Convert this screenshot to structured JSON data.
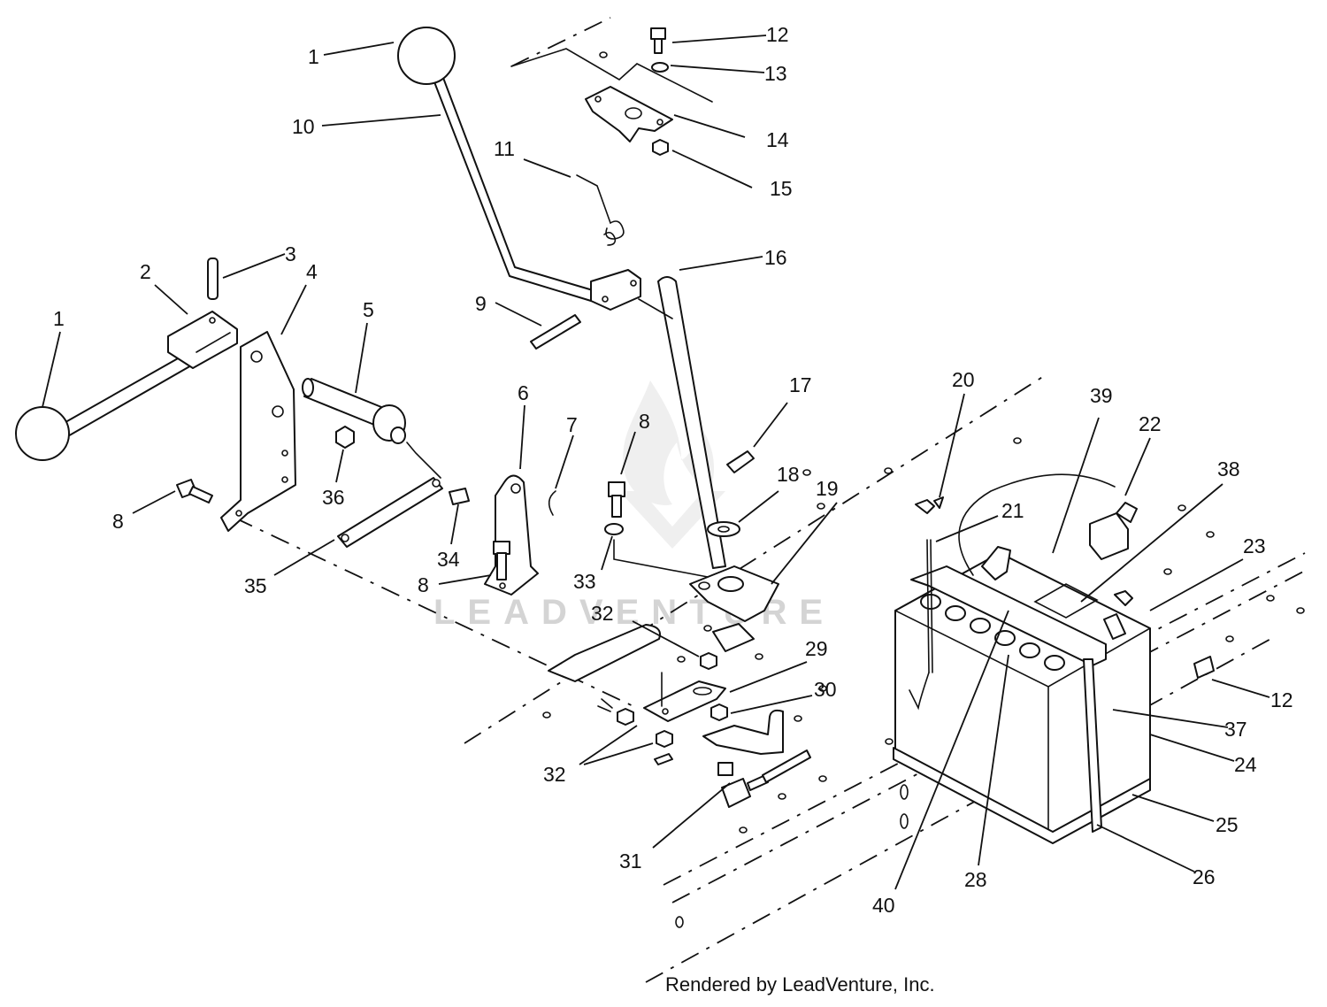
{
  "watermark": {
    "text": "LEADVENTURE"
  },
  "footer": "Rendered by LeadVenture, Inc.",
  "callouts": [
    {
      "text": "1"
    },
    {
      "text": "1"
    },
    {
      "text": "2"
    },
    {
      "text": "3"
    },
    {
      "text": "4"
    },
    {
      "text": "5"
    },
    {
      "text": "6"
    },
    {
      "text": "7"
    },
    {
      "text": "8"
    },
    {
      "text": "8"
    },
    {
      "text": "8"
    },
    {
      "text": "9"
    },
    {
      "text": "10"
    },
    {
      "text": "11"
    },
    {
      "text": "12"
    },
    {
      "text": "12"
    },
    {
      "text": "13"
    },
    {
      "text": "14"
    },
    {
      "text": "15"
    },
    {
      "text": "16"
    },
    {
      "text": "17"
    },
    {
      "text": "18"
    },
    {
      "text": "19"
    },
    {
      "text": "20"
    },
    {
      "text": "21"
    },
    {
      "text": "22"
    },
    {
      "text": "23"
    },
    {
      "text": "24"
    },
    {
      "text": "25"
    },
    {
      "text": "26"
    },
    {
      "text": "28"
    },
    {
      "text": "29"
    },
    {
      "text": "30"
    },
    {
      "text": "31"
    },
    {
      "text": "32"
    },
    {
      "text": "32"
    },
    {
      "text": "33"
    },
    {
      "text": "34"
    },
    {
      "text": "35"
    },
    {
      "text": "36"
    },
    {
      "text": "37"
    },
    {
      "text": "38"
    },
    {
      "text": "39"
    },
    {
      "text": "40"
    }
  ]
}
